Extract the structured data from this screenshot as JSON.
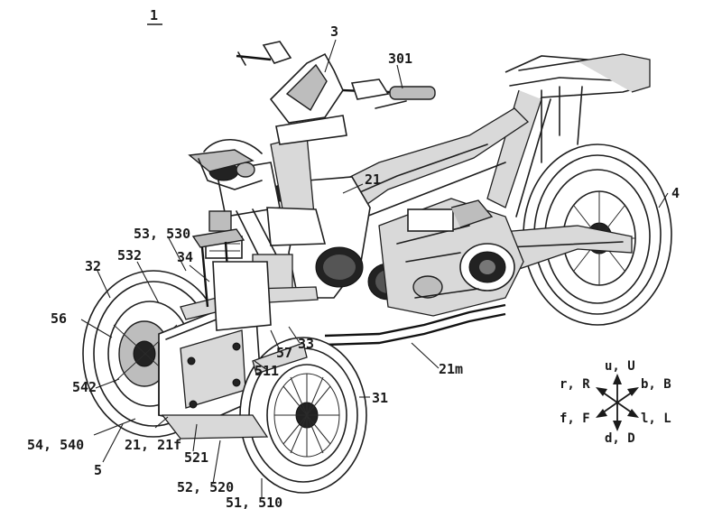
{
  "figure_number": "1",
  "labels": {
    "l3": "3",
    "l301": "301",
    "l21": "21",
    "l4": "4",
    "l53_530": "53, 530",
    "l32": "32",
    "l532": "532",
    "l34": "34",
    "l56": "56",
    "l57": "57",
    "l33": "33",
    "l511": "511",
    "l21m": "21m",
    "l542": "542",
    "l31": "31",
    "l54_540": "54, 540",
    "l21_21f": "21, 21f",
    "l5": "5",
    "l521": "521",
    "l52_520": "52, 520",
    "l51_510": "51, 510"
  },
  "compass": {
    "up": "u, U",
    "rear": "r, R",
    "back": "b, B",
    "front": "f, F",
    "left": "l, L",
    "down": "d, D"
  }
}
